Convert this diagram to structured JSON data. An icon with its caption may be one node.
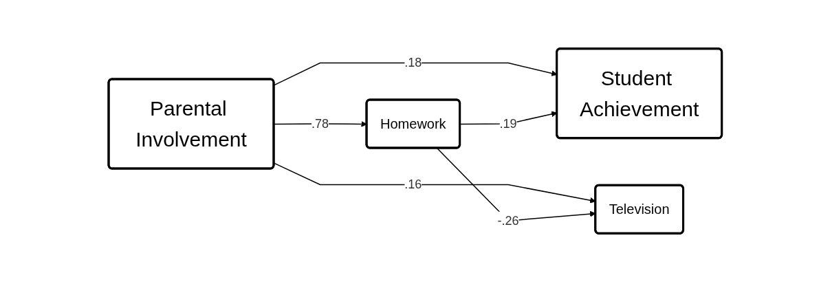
{
  "diagram": {
    "nodes": [
      {
        "text": [
          "Parental Involvement"
        ]
      },
      {
        "text": [
          "Homework"
        ]
      },
      {
        "text": [
          "Student Achievement"
        ]
      },
      {
        "text": [
          "Television"
        ]
      }
    ],
    "edges": [
      {
        "from": 0,
        "to": 1,
        "label": ".78",
        "arrow": "to"
      },
      {
        "from": 0,
        "to": 2,
        "label": ".18",
        "arrow": "to"
      },
      {
        "from": 0,
        "to": 3,
        "label": ".16",
        "arrow": "to"
      },
      {
        "from": 1,
        "to": 2,
        "label": ".19",
        "arrow": "to"
      },
      {
        "from": 1,
        "to": 3,
        "label": "-.26",
        "arrow": "to"
      }
    ]
  }
}
